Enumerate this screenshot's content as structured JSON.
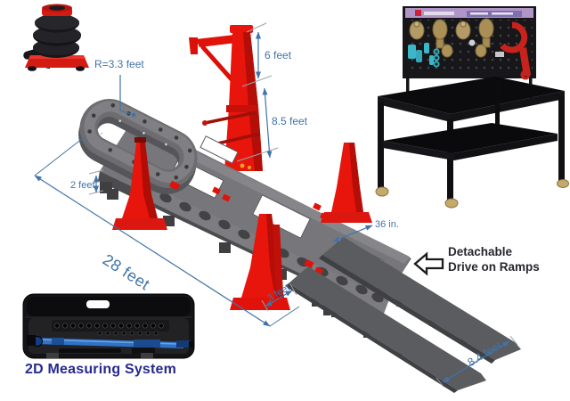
{
  "diagram": {
    "dimensions": {
      "loop_radius": "R=3.3 feet",
      "tower_upper_height": "6 feet",
      "tower_lower_height": "8.5 feet",
      "deck_height": "2 feet",
      "platform_length": "28 feet",
      "track_width": "36 in.",
      "tower_base_length": "3 feet",
      "ramp_length": "8.4 feet"
    },
    "notes": {
      "ramps_line1": "Detachable",
      "ramps_line2": "Drive on Ramps",
      "measuring_system": "2D Measuring System"
    },
    "objects": {
      "air_jack": "pneumatic-air-jack",
      "workbench": "clamp-tool-workbench",
      "platform": "frame-straightening-platform",
      "towers": "red-pulling-towers",
      "ramps": "drive-on-ramps",
      "case": "2d-measuring-system-case"
    },
    "colors": {
      "dimension_blue": "#4273a8",
      "machine_red": "#e8150c",
      "platform_gray": "#717175",
      "ramp_gray": "#5a5c5f",
      "note_text": "#26262e",
      "measuring_label_navy": "#252a8e"
    }
  }
}
